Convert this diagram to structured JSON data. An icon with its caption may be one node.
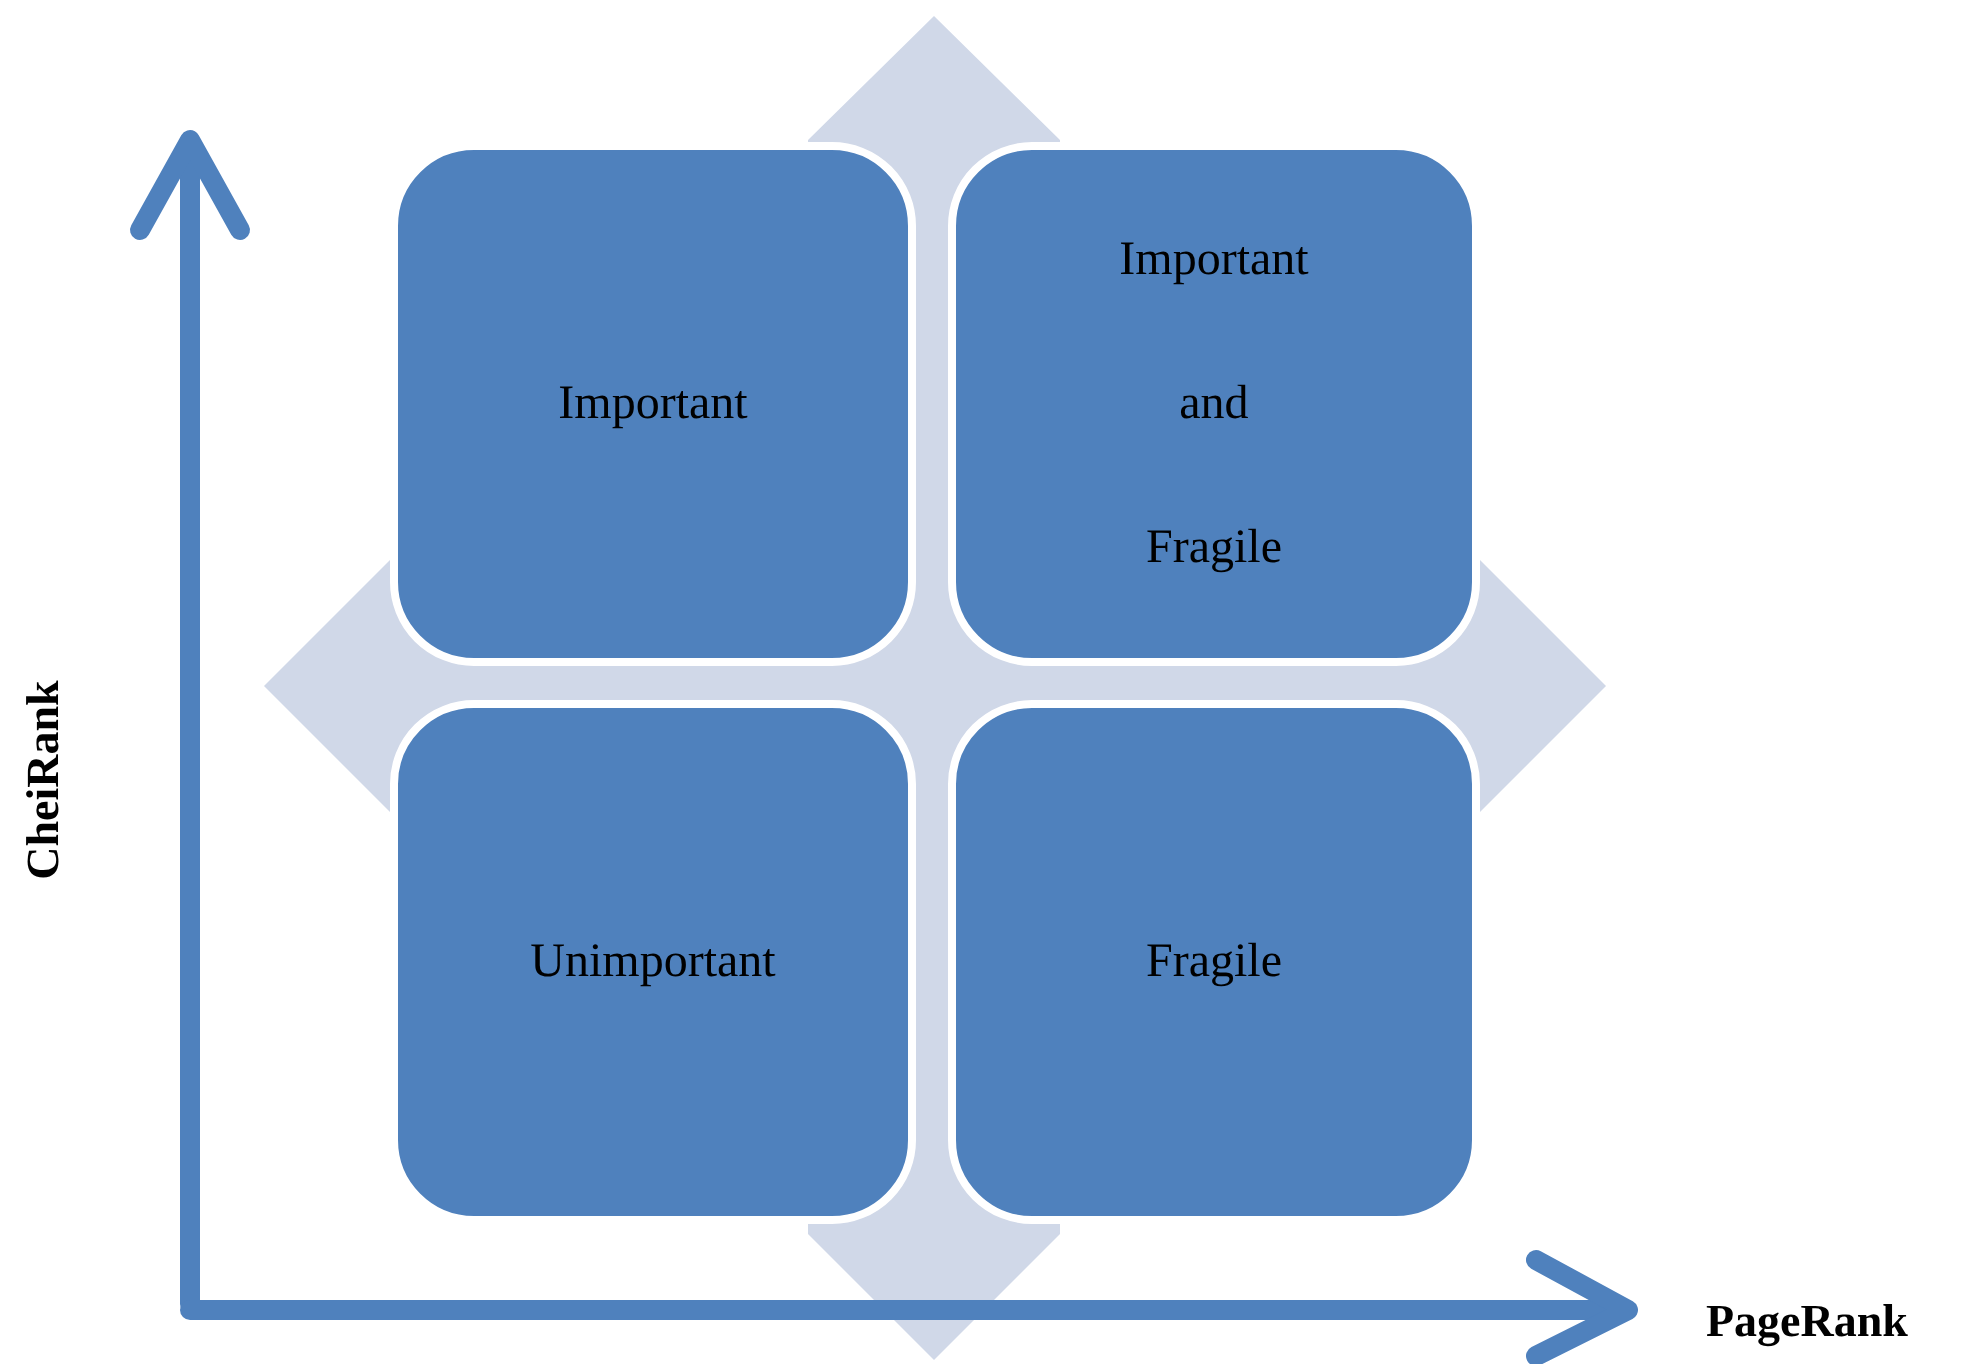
{
  "diagram": {
    "nodes": [
      {
        "text": [
          "Important"
        ]
      },
      {
        "text": [
          "Important and Fragile"
        ]
      },
      {
        "text": [
          "Unimportant"
        ]
      },
      {
        "text": [
          "Fragile"
        ]
      }
    ],
    "labels": [
      "CheiRank",
      "PageRank"
    ]
  }
}
